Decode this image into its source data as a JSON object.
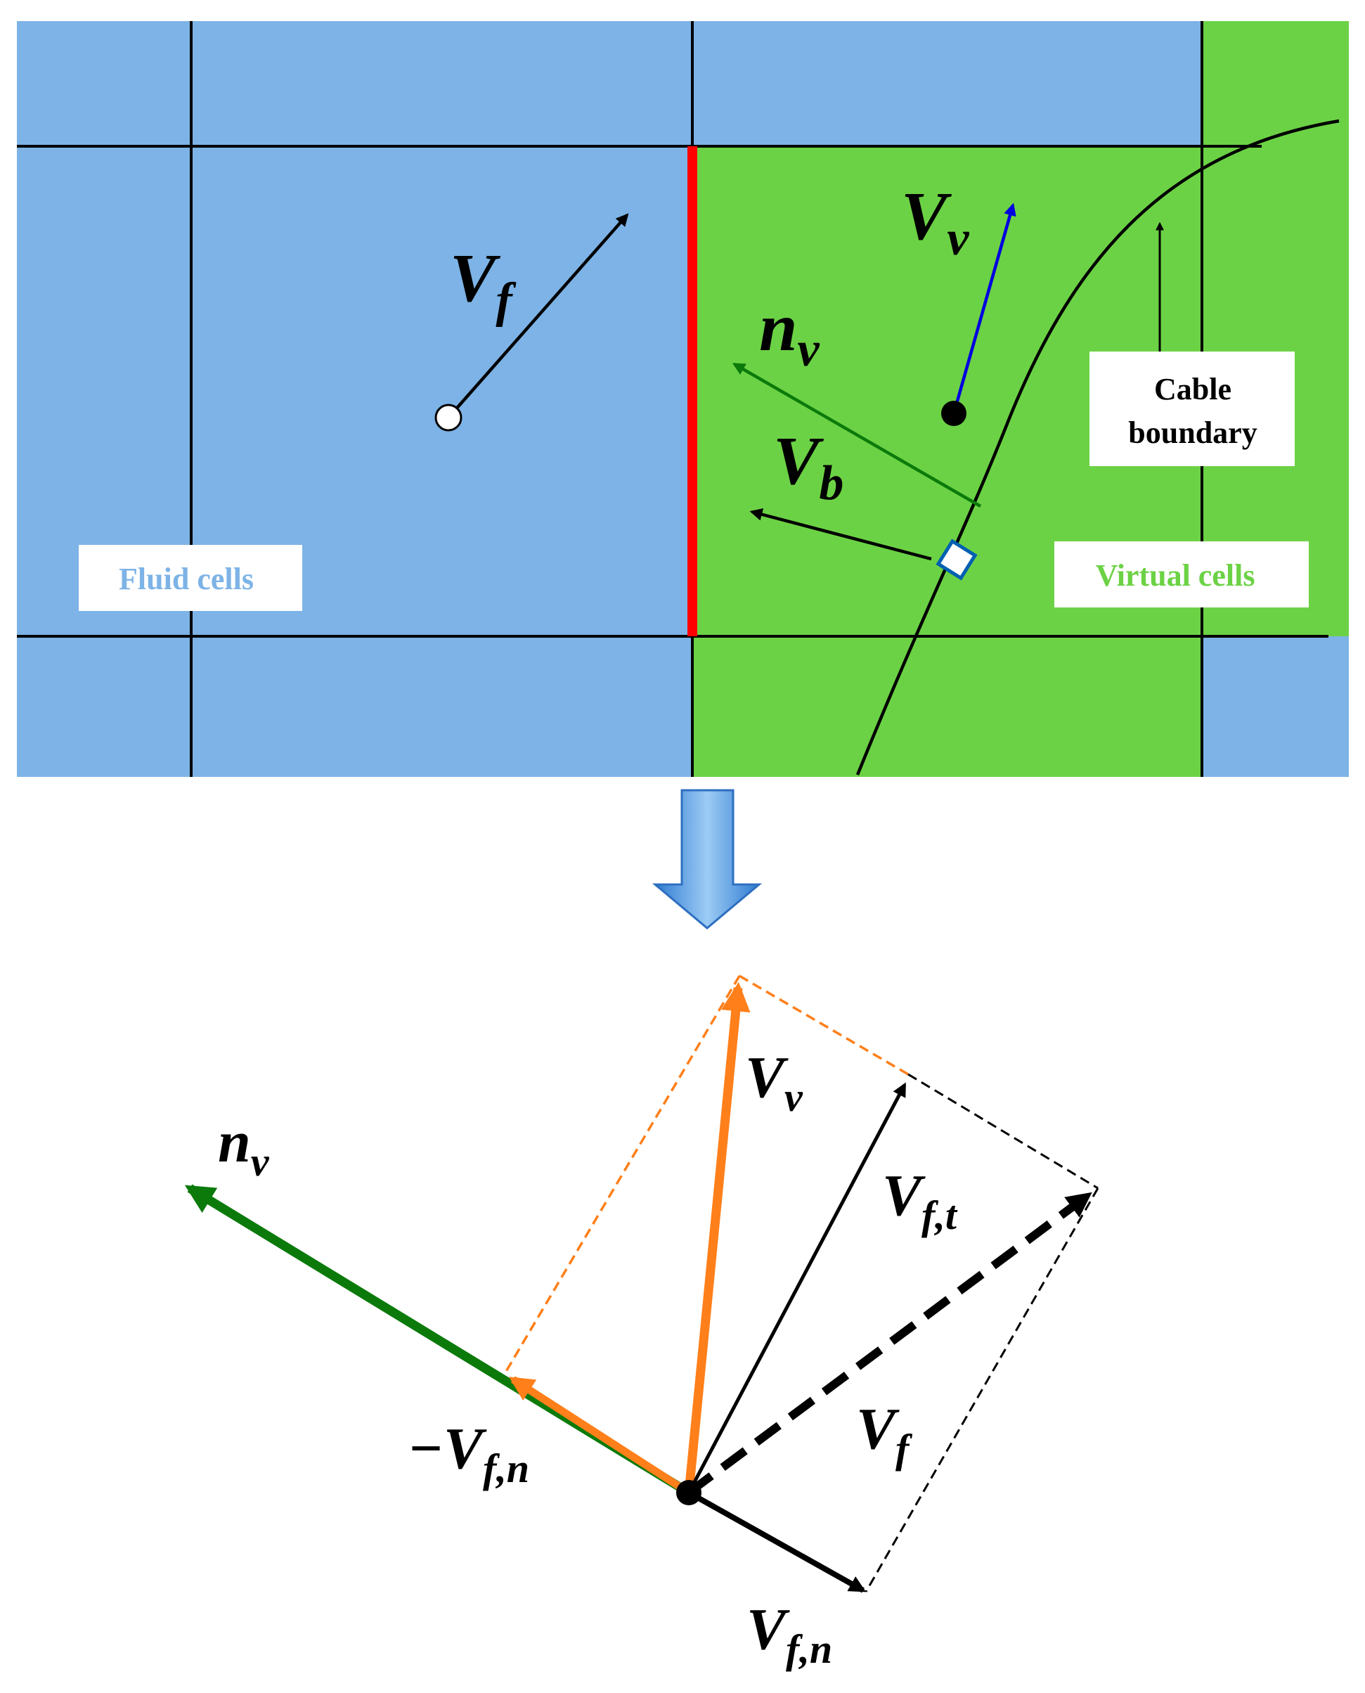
{
  "labels": {
    "fluid_cells": "Fluid cells",
    "virtual_cells": "Virtual cells",
    "cable_boundary_line1": "Cable",
    "cable_boundary_line2": "boundary"
  },
  "vectors": {
    "V": "V",
    "n": "n",
    "minus_V": "−V",
    "sub_f": "f",
    "sub_v": "v",
    "sub_b": "b",
    "sub_ft": "f,t",
    "sub_fn": "f,n"
  },
  "colors": {
    "fluid_blue": "#7DB3E6",
    "virtual_green": "#6CD245",
    "interface_red": "#FF0000",
    "vv_blue": "#0000E0",
    "normal_green": "#0B7A0B",
    "orange": "#FF7F1A",
    "fluid_label_text": "#7DB3E6",
    "virtual_label_text": "#6CD245"
  }
}
